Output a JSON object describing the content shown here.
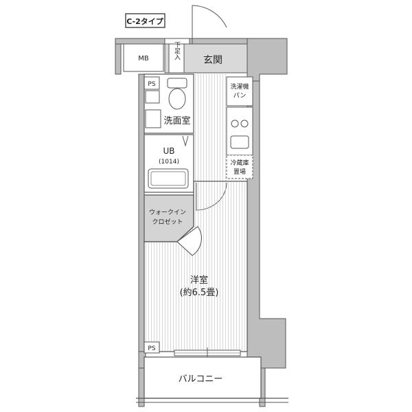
{
  "type_label": "C-2タイプ",
  "rooms": {
    "mb": "MB",
    "shoe_box": "下足入",
    "entrance": "玄関",
    "ps_top": "PS",
    "ps_bottom": "PS",
    "washer_pan_line1": "洗濯機",
    "washer_pan_line2": "パン",
    "washroom": "洗面室",
    "unit_bath": "UB",
    "unit_bath_size": "(1014)",
    "fridge_line1": "冷蔵庫",
    "fridge_line2": "置場",
    "closet_line1": "ウォークイン",
    "closet_line2": "クロゼット",
    "western_room": "洋室",
    "western_room_size": "(約6.5畳)",
    "balcony": "バルコニー"
  }
}
